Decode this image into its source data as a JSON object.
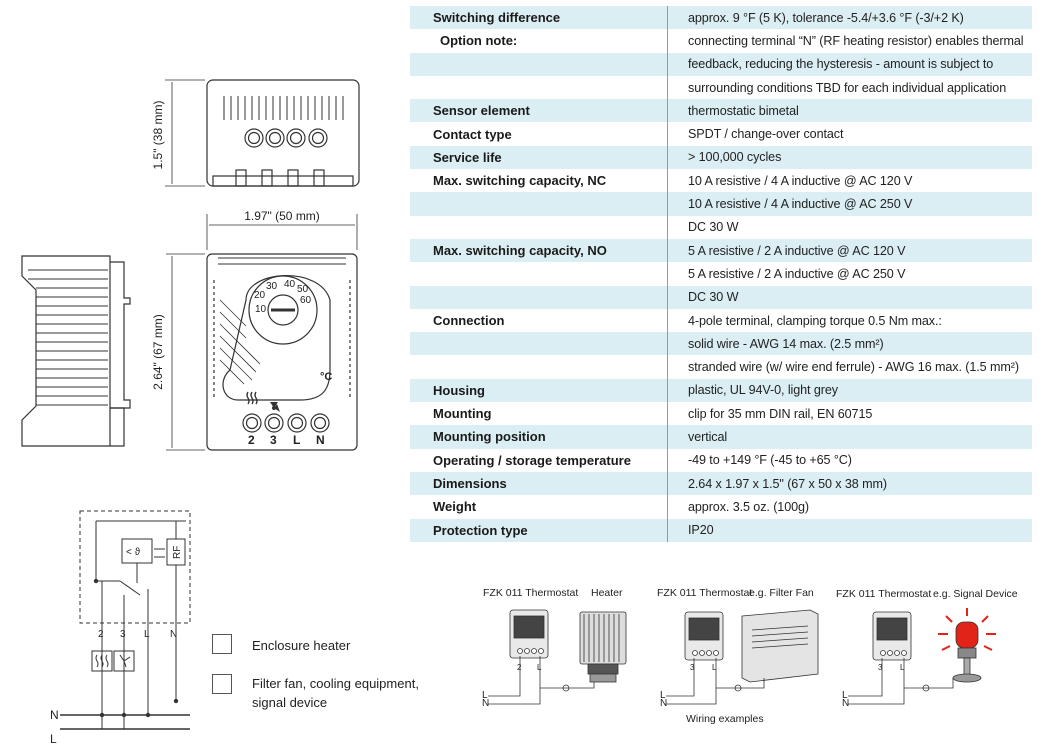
{
  "specs": {
    "rows": [
      {
        "key": "Switching difference",
        "value": "approx. 9 °F (5 K), tolerance -5.4/+3.6 °F (-3/+2 K)"
      },
      {
        "key": "Option note:",
        "value": "connecting terminal “N” (RF heating resistor) enables thermal"
      },
      {
        "key": "",
        "value": "feedback, reducing the hysteresis - amount is subject to"
      },
      {
        "key": "",
        "value": "surrounding conditions TBD for each individual application"
      },
      {
        "key": "Sensor element",
        "value": "thermostatic bimetal"
      },
      {
        "key": "Contact type",
        "value": "SPDT / change-over contact"
      },
      {
        "key": "Service life",
        "value": "> 100,000 cycles"
      },
      {
        "key": "Max. switching capacity, NC",
        "value": "10 A resistive / 4 A inductive @ AC 120 V"
      },
      {
        "key": "",
        "value": "10 A resistive / 4 A inductive @ AC 250 V"
      },
      {
        "key": "",
        "value": "DC 30 W"
      },
      {
        "key": "Max. switching capacity, NO",
        "value": "5 A resistive / 2 A inductive @ AC 120 V"
      },
      {
        "key": "",
        "value": "5 A resistive / 2 A inductive @ AC 250 V"
      },
      {
        "key": "",
        "value": "DC 30 W"
      },
      {
        "key": "Connection",
        "value": "4-pole terminal, clamping torque 0.5 Nm max.:"
      },
      {
        "key": "",
        "value": "solid wire - AWG 14 max. (2.5 mm²)"
      },
      {
        "key": "",
        "value": "stranded wire (w/ wire end ferrule) - AWG 16 max. (1.5 mm²)"
      },
      {
        "key": "Housing",
        "value": "plastic, UL 94V-0, light grey"
      },
      {
        "key": "Mounting",
        "value": "clip for 35 mm DIN rail, EN 60715"
      },
      {
        "key": "Mounting position",
        "value": "vertical"
      },
      {
        "key": "Operating / storage temperature",
        "value": "-49 to +149 °F (-45 to +65 °C)"
      },
      {
        "key": "Dimensions",
        "value": "2.64 x 1.97 x 1.5\" (67 x 50 x 38 mm)"
      },
      {
        "key": "Weight",
        "value": "approx. 3.5 oz. (100g)"
      },
      {
        "key": "Protection type",
        "value": "IP20"
      }
    ]
  },
  "dimensions": {
    "height": "1.5\" (38 mm)",
    "width": "1.97\" (50 mm)",
    "length": "2.64\" (67 mm)"
  },
  "front": {
    "scale": [
      "10",
      "20",
      "30",
      "40",
      "50",
      "60"
    ],
    "unit": "°C",
    "terminals": [
      "2",
      "3",
      "L",
      "N"
    ]
  },
  "circuit": {
    "terminals": [
      "2",
      "3",
      "L",
      "N"
    ],
    "rf": "RF",
    "sensor": "< ϑ",
    "lines": [
      "N",
      "L"
    ]
  },
  "legend": {
    "heater": "Enclosure heater",
    "fan_line1": "Filter fan, cooling equipment,",
    "fan_line2": "signal device"
  },
  "wiring": {
    "ex1_device": "FZK 011 Thermostat",
    "ex1_load": "Heater",
    "ex2_device": "FZK 011 Thermostat",
    "ex2_load": "e.g. Filter Fan",
    "ex3_device": "FZK 011 Thermostat",
    "ex3_load": "e.g. Signal Device",
    "caption": "Wiring examples",
    "l": "L",
    "n": "N",
    "t2": "2",
    "t3": "3",
    "tl": "L"
  },
  "colors": {
    "row_shade": "#dbeef3",
    "divider": "#6ba8c7",
    "signal_red": "#e2231a"
  }
}
